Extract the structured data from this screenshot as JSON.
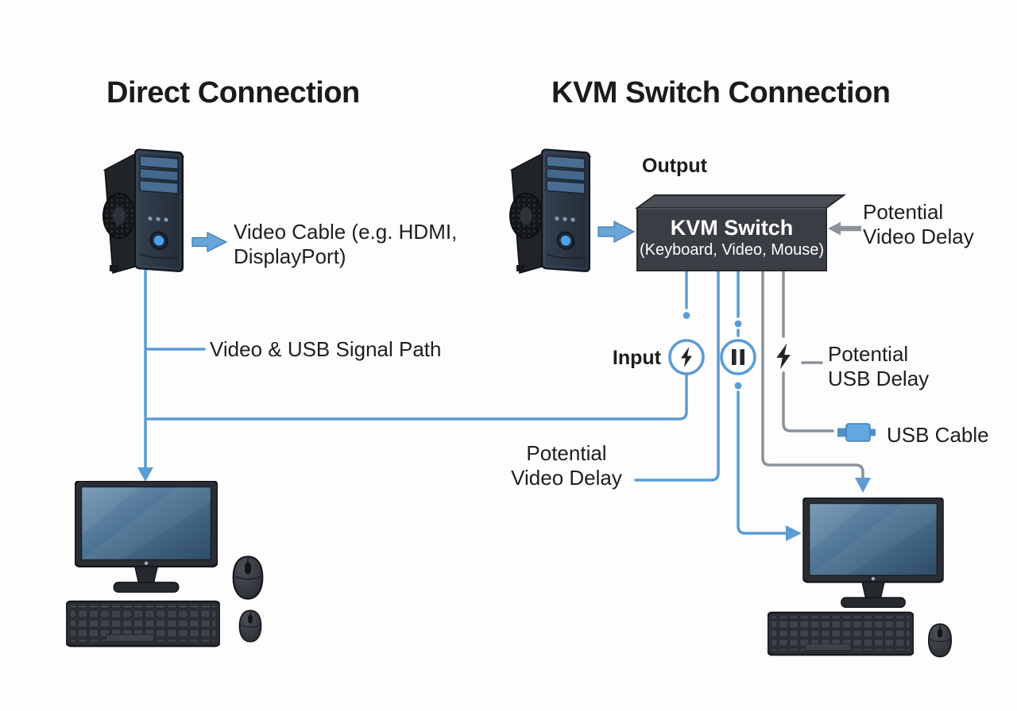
{
  "diagram": {
    "left_panel": {
      "title": "Direct Connection",
      "video_cable_label": {
        "line1": "Video Cable (e.g. HDMI,",
        "line2": "DisplayPort)"
      },
      "signal_path_label": "Video & USB Signal Path"
    },
    "right_panel": {
      "title": "KVM Switch Connection",
      "output_label": "Output",
      "input_label": "Input",
      "kvm_box": {
        "title": "KVM Switch",
        "subtitle": "(Keyboard, Video, Mouse)"
      },
      "potential_video_delay": {
        "line1": "Potential",
        "line2": "Video Delay"
      },
      "potential_usb_delay": {
        "line1": "Potential",
        "line2": "USB Delay"
      },
      "usb_cable_label": "USB Cable"
    },
    "icons": {
      "input_delay_marker": "lightning-bolt",
      "signal_hold_marker": "pause",
      "usb_delay_marker": "lightning-bolt",
      "usb_cable_marker": "usb-connector"
    },
    "colors": {
      "accent_blue": "#5b9cd6",
      "line_gray": "#8c9299",
      "kvm_box_front": "#3a3d44",
      "text": "#1d1e20",
      "screen_blue": "#4f7494"
    }
  }
}
